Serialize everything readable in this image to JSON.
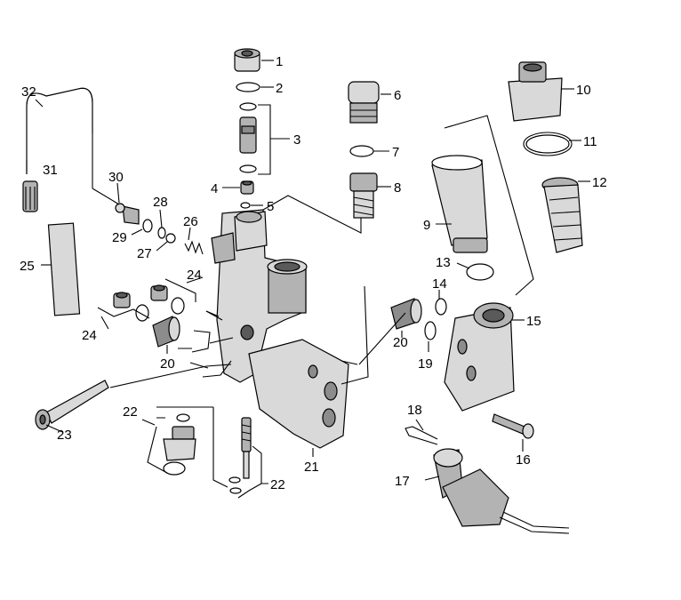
{
  "labels": {
    "p1": "1",
    "p2": "2",
    "p3": "3",
    "p4": "4",
    "p5": "5",
    "p6": "6",
    "p7": "7",
    "p8": "8",
    "p9": "9",
    "p10": "10",
    "p11": "11",
    "p12": "12",
    "p13": "13",
    "p14": "14",
    "p15": "15",
    "p16": "16",
    "p17": "17",
    "p18": "18",
    "p19": "19",
    "p20a": "20",
    "p20b": "20",
    "p21": "21",
    "p22a": "22",
    "p22b": "22",
    "p23": "23",
    "p24a": "24",
    "p24b": "24",
    "p25": "25",
    "p26": "26",
    "p27": "27",
    "p28": "28",
    "p29": "29",
    "p30": "30",
    "p31": "31",
    "p32": "32"
  }
}
